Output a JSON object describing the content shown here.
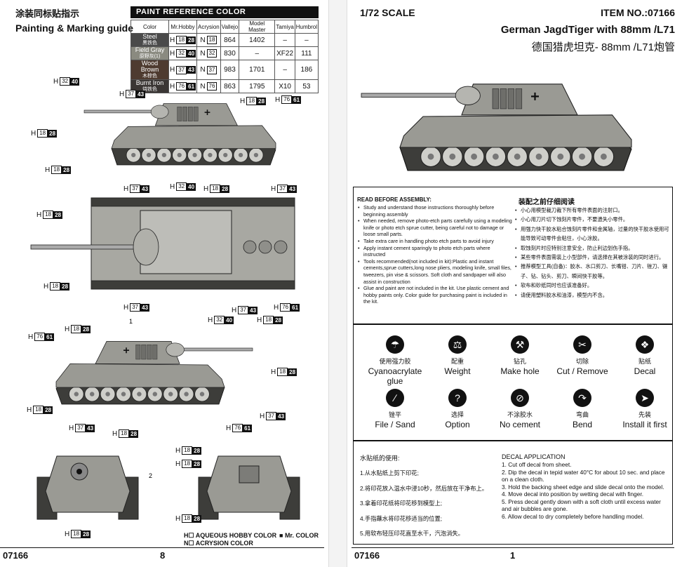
{
  "left_page": {
    "title_cn": "涂装同标贴指示",
    "title_en": "Painting & Marking guide",
    "paint_header": "PAINT  REFERENCE COLOR",
    "table": {
      "headers": [
        "Color",
        "Mr.Hobby",
        "Acrysion",
        "Vallejo",
        "Model Master",
        "Tamiya",
        "Humbrol"
      ],
      "rows": [
        {
          "name_en": "Steel",
          "name_cn": "黑铁色",
          "color": "#4a4a4a",
          "hobby_prefix": "H",
          "hobby_num": "18",
          "hobby_badge": "28",
          "acry_prefix": "N",
          "acry_num": "18",
          "vallejo": "864",
          "model_master": "1402",
          "tamiya": "–",
          "humbrol": "–"
        },
        {
          "name_en": "Field Gray",
          "name_cn": "原野灰(1)",
          "color": "#8a8a80",
          "hobby_prefix": "H",
          "hobby_num": "32",
          "hobby_badge": "40",
          "acry_prefix": "N",
          "acry_num": "32",
          "vallejo": "830",
          "model_master": "–",
          "tamiya": "XF22",
          "humbrol": "111"
        },
        {
          "name_en": "Wood Brown",
          "name_cn": "木棕色",
          "color": "#4e3b30",
          "hobby_prefix": "H",
          "hobby_num": "37",
          "hobby_badge": "43",
          "acry_prefix": "N",
          "acry_num": "37",
          "vallejo": "983",
          "model_master": "1701",
          "tamiya": "–",
          "humbrol": "186"
        },
        {
          "name_en": "Burnt Iron",
          "name_cn": "烧铁色",
          "color": "#3a3634",
          "hobby_prefix": "H",
          "hobby_num": "76",
          "hobby_badge": "61",
          "acry_prefix": "N",
          "acry_num": "76",
          "vallejo": "863",
          "model_master": "1795",
          "tamiya": "X10",
          "humbrol": "53"
        }
      ]
    },
    "callouts": [
      {
        "prefix": "H",
        "num": "32",
        "badge": "40"
      },
      {
        "prefix": "H",
        "num": "37",
        "badge": "43"
      },
      {
        "prefix": "H",
        "num": "18",
        "badge": "28"
      },
      {
        "prefix": "H",
        "num": "76",
        "badge": "61"
      },
      {
        "prefix": "H",
        "num": "18",
        "badge": "28"
      },
      {
        "prefix": "H",
        "num": "18",
        "badge": "28"
      },
      {
        "prefix": "H",
        "num": "37",
        "badge": "43"
      },
      {
        "prefix": "H",
        "num": "32",
        "badge": "40"
      },
      {
        "prefix": "H",
        "num": "18",
        "badge": "28"
      },
      {
        "prefix": "H",
        "num": "37",
        "badge": "43"
      },
      {
        "prefix": "H",
        "num": "18",
        "badge": "28"
      },
      {
        "prefix": "H",
        "num": "18",
        "badge": "28"
      },
      {
        "prefix": "H",
        "num": "37",
        "badge": "43"
      },
      {
        "prefix": "H",
        "num": "37",
        "badge": "43"
      },
      {
        "prefix": "H",
        "num": "76",
        "badge": "61"
      },
      {
        "prefix": "H",
        "num": "76",
        "badge": "61"
      },
      {
        "prefix": "H",
        "num": "18",
        "badge": "28"
      },
      {
        "prefix": "H",
        "num": "32",
        "badge": "40"
      },
      {
        "prefix": "H",
        "num": "18",
        "badge": "28"
      },
      {
        "prefix": "H",
        "num": "18",
        "badge": "28"
      },
      {
        "prefix": "H",
        "num": "18",
        "badge": "28"
      },
      {
        "prefix": "H",
        "num": "37",
        "badge": "43"
      },
      {
        "prefix": "H",
        "num": "18",
        "badge": "28"
      },
      {
        "prefix": "H",
        "num": "76",
        "badge": "61"
      },
      {
        "prefix": "H",
        "num": "37",
        "badge": "43"
      },
      {
        "prefix": "H",
        "num": "18",
        "badge": "28"
      },
      {
        "prefix": "H",
        "num": "18",
        "badge": "28"
      },
      {
        "prefix": "H",
        "num": "18",
        "badge": "28"
      },
      {
        "prefix": "H",
        "num": "18",
        "badge": "28"
      }
    ],
    "decal_numbers": [
      "1",
      "2"
    ],
    "legend_h": "H☐ AQUEOUS HOBBY COLOR",
    "legend_n": "N☐ ACRYSION COLOR",
    "legend_mr": "Mr. COLOR",
    "footer_code": "07166",
    "footer_page": "8"
  },
  "right_page": {
    "scale": "1/72 SCALE",
    "item_no": "ITEM NO.:07166",
    "name_en": "German JagdTiger with 88mm /L71",
    "name_cn": "德国猎虎坦克- 88mm /L71炮管",
    "read_before_en": "READ BEFORE ASSEMBLY:",
    "read_before_list_en": [
      "Study and understand those instructions thoroughly before beginning assembly",
      "When needed, remove photo-etch parts carefully using a modeling knife or photo etch sprue cutter, being careful not to damage or loose small parts.",
      "Take extra care in handling photo etch parts to avoid injury",
      "Apply instant cement sparingly to photo etch parts where instructed",
      "Tools recommended(not included in kit):Plastic and instant cements,sprue cutters,long nose pliers, modeling knife, small files, tweezers, pin vise & scissors. Soft cloth and sandpaper will also assist in construction",
      "Glue and paint are not included in the kit. Use plastic cement and hobby paints only. Color guide for purchasing paint is included in the kit."
    ],
    "read_before_cn": "装配之前仔细阅读",
    "read_before_list_cn": [
      "小心用模型裁刀裁下所有零件表面的注射口。",
      "小心用刀片切下蚀刻片零件，不要遗失小零件。",
      "用强力快干胶水粘合蚀刻片零件和金属轴，过量的快干胶水使用可能导致可动零件会粘住，小心涂胶。",
      "取蚀刻片时应特别注意安全，防止利边划伤手指。",
      "某些零件表面需装上小型部件，请选择在其被涂装的同时进行。",
      "推荐模型工具(自备)：胶水、水口剪刀、长嘴钳、刀片、锉刀、镊子、钻、钻头、剪刀、瞬间快干胶等。",
      "软布和砂纸同时也应该准备好。",
      "请使用塑料胶水和油漆，模型内不含。"
    ],
    "tools": [
      {
        "icon": "glue-drop-icon",
        "glyph": "☂",
        "cn": "使用强力胶",
        "en": "Cyanoacrylate glue"
      },
      {
        "icon": "weight-icon",
        "glyph": "⚖",
        "cn": "配重",
        "en": "Weight"
      },
      {
        "icon": "drill-icon",
        "glyph": "⚒",
        "cn": "钻孔",
        "en": "Make hole"
      },
      {
        "icon": "cut-icon",
        "glyph": "✂",
        "cn": "切除",
        "en": "Cut / Remove"
      },
      {
        "icon": "decal-icon",
        "glyph": "❖",
        "cn": "贴纸",
        "en": "Decal"
      },
      {
        "icon": "file-icon",
        "glyph": "∕",
        "cn": "锉平",
        "en": "File / Sand"
      },
      {
        "icon": "option-icon",
        "glyph": "?",
        "cn": "选择",
        "en": "Option"
      },
      {
        "icon": "no-cement-icon",
        "glyph": "⊘",
        "cn": "不涂胶水",
        "en": "No cement"
      },
      {
        "icon": "bend-icon",
        "glyph": "↷",
        "cn": "弯曲",
        "en": "Bend"
      },
      {
        "icon": "install-first-icon",
        "glyph": "➤",
        "cn": "先装",
        "en": "Install it first"
      }
    ],
    "decal_cn_head": "水贴纸的使用:",
    "decal_cn_steps": [
      "1.从水贴纸上剪下印花;",
      "2.将印花放入温水中浸10秒，然后放在干净布上。",
      "3.拿着印花纸将印花移到模型上;",
      "4.手指蘸水将印花移适当的位置;",
      "5.用软布轻压印花直至水干，汽泡消失。"
    ],
    "decal_en_head": "DECAL APPLICATION",
    "decal_en_steps": [
      "1. Cut off decal from sheet.",
      "2. Dip the decal in tepid water 40°C for about 10 sec. and place on a clean cloth.",
      "3. Hold the backing sheet edge and slide decal onto the model.",
      "4. Move decal into position by wetting decal with finger.",
      "5. Press decal gently down with a soft cloth until excess water and air bubbles are gone.",
      "6. Allow decal to dry completely before handling model."
    ],
    "footer_code": "07166",
    "footer_page": "1"
  },
  "colors": {
    "tank_body": "#9a9a94",
    "tank_dark": "#5a5a55",
    "track": "#3d3d3a"
  }
}
